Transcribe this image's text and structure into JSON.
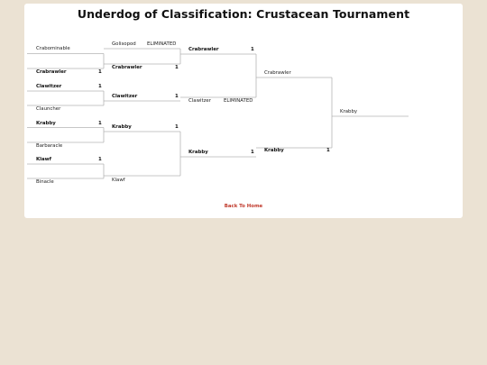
{
  "page_title": "Underdog of Classification: Crustacean Tournament",
  "back_link": "Back To Home",
  "round1": [
    {
      "a": {
        "name": "Crabominable",
        "score": ""
      },
      "b": {
        "name": "Crabrawler",
        "score": "1"
      }
    },
    {
      "a": {
        "name": "Clawitzer",
        "score": "1"
      },
      "b": {
        "name": "Clauncher",
        "score": ""
      }
    },
    {
      "a": {
        "name": "Krabby",
        "score": "1"
      },
      "b": {
        "name": "Barbaracle",
        "score": ""
      }
    },
    {
      "a": {
        "name": "Klawf",
        "score": "1"
      },
      "b": {
        "name": "Binacle",
        "score": ""
      }
    }
  ],
  "round2": [
    {
      "a": {
        "name": "Golisopod",
        "status": "ELIMINATED"
      },
      "b": {
        "name": "Crabrawler",
        "score": "1"
      }
    },
    {
      "a": {
        "name": "Clawitzer",
        "score": "1"
      }
    },
    {
      "a": {
        "name": "Krabby",
        "score": "1"
      },
      "b": {
        "name": "Klawf"
      }
    }
  ],
  "round3": [
    {
      "a": {
        "name": "Crabrawler",
        "score": "1"
      },
      "b": {
        "name": "Clawitzer",
        "status": "ELIMINATED"
      }
    },
    {
      "a": {
        "name": "Krabby",
        "score": "1"
      }
    }
  ],
  "round4": [
    {
      "a": {
        "name": "Crabrawler"
      },
      "b": {
        "name": "Krabby",
        "score": "1"
      }
    }
  ],
  "champion": {
    "name": "Krabby"
  }
}
